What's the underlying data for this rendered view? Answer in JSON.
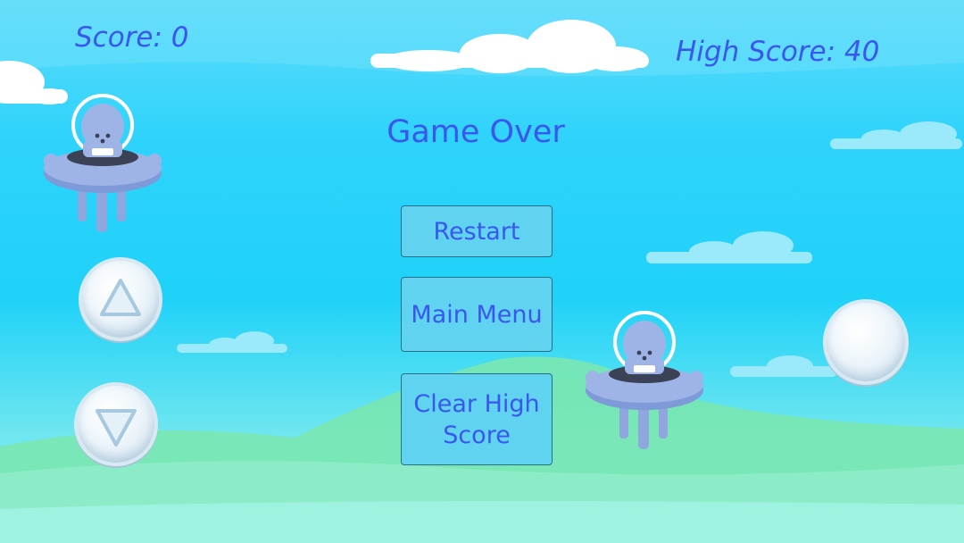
{
  "hud": {
    "score_label": "Score: 0",
    "high_score_label": "High Score: 40"
  },
  "screen": {
    "title": "Game Over"
  },
  "menu": {
    "restart_label": "Restart",
    "main_menu_label": "Main Menu",
    "clear_high_score_label": "Clear High Score"
  },
  "controls": {
    "up_icon": "triangle-up-icon",
    "down_icon": "triangle-down-icon",
    "action_icon": "bubble-button"
  },
  "colors": {
    "text_accent": "#3a56f0",
    "button_fill": "#5fd3f0",
    "sky_top": "#5fdcfb",
    "hill": "#78e6a8"
  }
}
